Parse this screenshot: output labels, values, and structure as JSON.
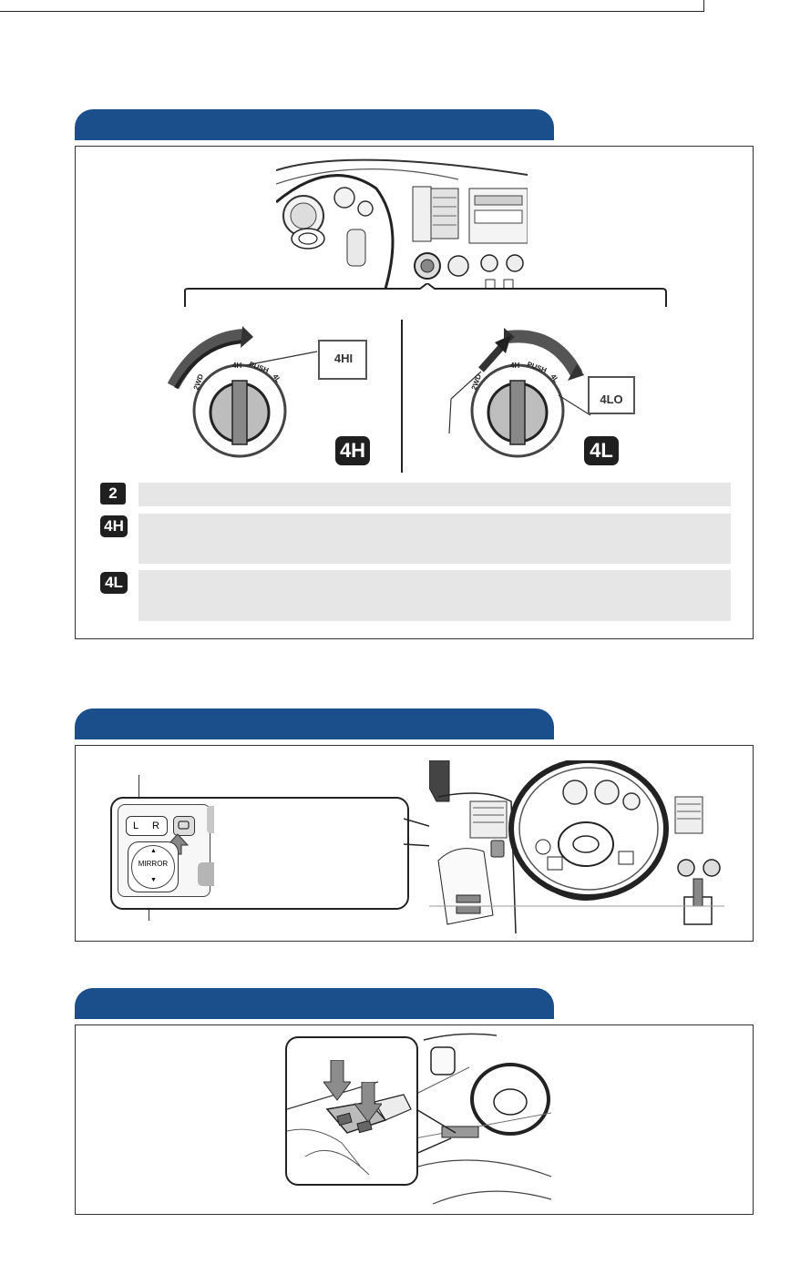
{
  "colors": {
    "tab_blue": "#1b4f8c",
    "badge_dark": "#1f1f1f",
    "row_gray": "#e6e6e6"
  },
  "section_4wd": {
    "dial_left": {
      "tick_labels": [
        "2WD",
        "4H",
        "PUSH",
        "4L"
      ],
      "indicator": "4HI",
      "badge": "4H"
    },
    "dial_right": {
      "tick_labels": [
        "2WD",
        "4H",
        "PUSH",
        "4L"
      ],
      "indicator": "4LO",
      "badge": "4L"
    },
    "rows": [
      {
        "badge": "2",
        "text": ""
      },
      {
        "badge": "4H",
        "text": ""
      },
      {
        "badge": "4L",
        "text": ""
      }
    ]
  },
  "section_mirror": {
    "switch_labels": {
      "left": "L",
      "right": "R",
      "pad": "MIRROR"
    }
  },
  "section_window": {}
}
